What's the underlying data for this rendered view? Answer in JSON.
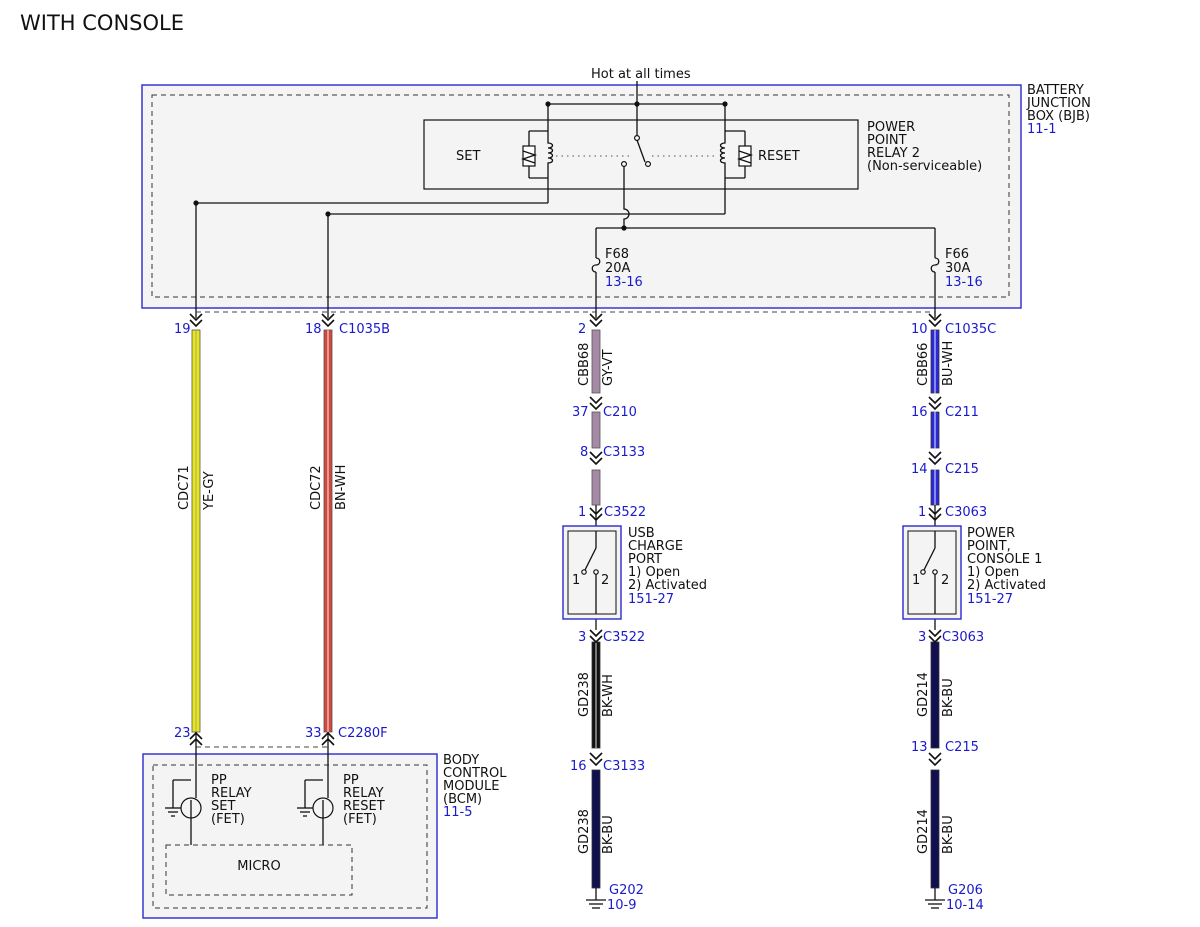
{
  "title": "WITH CONSOLE",
  "hot_label": "Hot at all times",
  "colors": {
    "module_border": "#2a2ad0",
    "ref_text": "#1a1acc",
    "wire_ye_gy": "#e6e61a",
    "wire_bn_wh": "#d2463c",
    "wire_gy_vt": "#a58aa5",
    "wire_bu_wh": "#2a2ad8",
    "wire_bk": "#111111",
    "wire_bk_bu": "#101050"
  },
  "bjb": {
    "name_lines": [
      "BATTERY",
      "JUNCTION",
      "BOX (BJB)"
    ],
    "ref": "11-1",
    "relay": {
      "name_lines": [
        "POWER",
        "POINT",
        "RELAY 2",
        "(Non-serviceable)"
      ],
      "set_label": "SET",
      "reset_label": "RESET"
    },
    "fuses": [
      {
        "id": "F68",
        "rating": "20A",
        "ref": "13-16"
      },
      {
        "id": "F66",
        "rating": "30A",
        "ref": "13-16"
      }
    ]
  },
  "bcm": {
    "name_lines": [
      "BODY",
      "CONTROL",
      "MODULE",
      "(BCM)"
    ],
    "ref": "11-5",
    "set_fet_lines": [
      "PP",
      "RELAY",
      "SET",
      "(FET)"
    ],
    "reset_fet_lines": [
      "PP",
      "RELAY",
      "RESET",
      "(FET)"
    ],
    "micro_label": "MICRO"
  },
  "usb_port": {
    "name_lines": [
      "USB",
      "CHARGE",
      "PORT",
      "1) Open",
      "2) Activated"
    ],
    "ref": "151-27",
    "pin1": "1",
    "pin2": "2"
  },
  "power_point": {
    "name_lines": [
      "POWER",
      "POINT,",
      "CONSOLE 1",
      "1) Open",
      "2) Activated"
    ],
    "ref": "151-27",
    "pin1": "1",
    "pin2": "2"
  },
  "circuits": [
    {
      "id": "CDC71",
      "color_code": "YE-GY"
    },
    {
      "id": "CDC72",
      "color_code": "BN-WH"
    },
    {
      "id": "CBB68",
      "color_code": "GY-VT"
    },
    {
      "id": "CBB66",
      "color_code": "BU-WH"
    },
    {
      "id": "GD238",
      "color_code": "BK-WH"
    },
    {
      "id": "GD238",
      "color_code": "BK-BU"
    },
    {
      "id": "GD214",
      "color_code": "BK-BU"
    },
    {
      "id": "GD214",
      "color_code": "BK-BU"
    }
  ],
  "connectors": [
    {
      "pin": "19",
      "name": ""
    },
    {
      "pin": "18",
      "name": "C1035B"
    },
    {
      "pin": "2",
      "name": ""
    },
    {
      "pin": "10",
      "name": "C1035C"
    },
    {
      "pin": "37",
      "name": "C210"
    },
    {
      "pin": "8",
      "name": "C3133"
    },
    {
      "pin": "1",
      "name": "C3522"
    },
    {
      "pin": "3",
      "name": "C3522"
    },
    {
      "pin": "16",
      "name": "C3133"
    },
    {
      "pin": "16",
      "name": "C211"
    },
    {
      "pin": "14",
      "name": "C215"
    },
    {
      "pin": "1",
      "name": "C3063"
    },
    {
      "pin": "3",
      "name": "C3063"
    },
    {
      "pin": "13",
      "name": "C215"
    },
    {
      "pin": "23",
      "name": ""
    },
    {
      "pin": "33",
      "name": "C2280F"
    }
  ],
  "grounds": [
    {
      "name": "G202",
      "ref": "10-9"
    },
    {
      "name": "G206",
      "ref": "10-14"
    }
  ]
}
